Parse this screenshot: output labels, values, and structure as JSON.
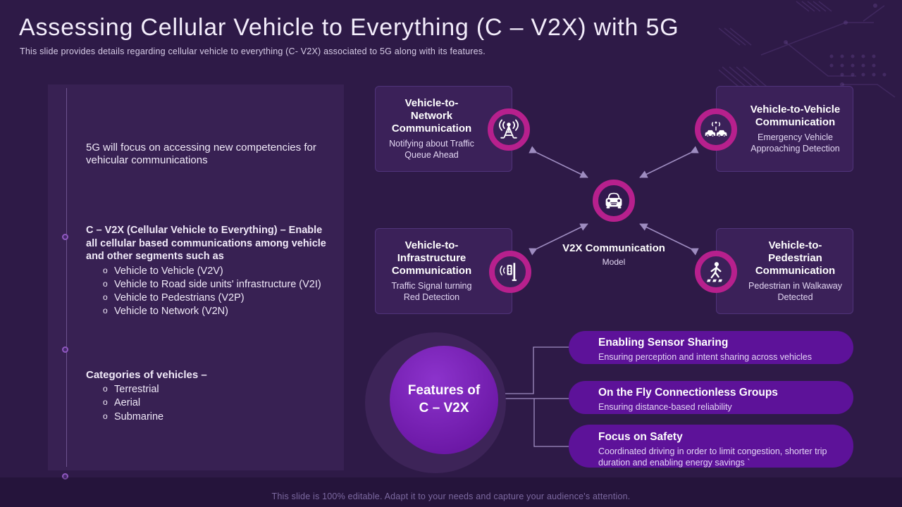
{
  "slide": {
    "title": "Assessing Cellular Vehicle to Everything (C – V2X) with 5G",
    "subtitle": "This slide provides details regarding cellular vehicle to everything (C- V2X) associated to 5G along with its features.",
    "footer": "This slide is 100% editable. Adapt it to your needs and capture your audience's attention."
  },
  "left_panel": {
    "sections": [
      {
        "text": "5G will  focus on accessing new competencies for vehicular communications"
      },
      {
        "heading": "C – V2X (Cellular Vehicle to Everything) – Enable all cellular based communications among vehicle and other segments such as",
        "bullet_marker": "o",
        "items": [
          "Vehicle to Vehicle (V2V)",
          "Vehicle to Road side units' infrastructure (V2I)",
          "Vehicle to Pedestrians (V2P)",
          "Vehicle to Network  (V2N)"
        ]
      },
      {
        "heading": "Categories of vehicles –",
        "bullet_marker": "o",
        "items": [
          "Terrestrial",
          "Aerial",
          "Submarine"
        ]
      }
    ]
  },
  "diagram": {
    "center": {
      "title": "V2X Communication",
      "subtitle": "Model",
      "icon": "car-icon"
    },
    "nodes": [
      {
        "title": "Vehicle-to-Network Communication",
        "subtitle": "Notifying about Traffic Queue Ahead",
        "icon": "antenna-icon"
      },
      {
        "title": "Vehicle-to-Vehicle Communication",
        "subtitle": "Emergency Vehicle Approaching Detection",
        "icon": "v2v-cars-icon"
      },
      {
        "title": "Vehicle-to-Infrastructure Communication",
        "subtitle": "Traffic Signal turning Red Detection",
        "icon": "traffic-signal-icon"
      },
      {
        "title": "Vehicle-to-Pedestrian Communication",
        "subtitle": "Pedestrian in Walkaway Detected",
        "icon": "pedestrian-icon"
      }
    ]
  },
  "features": {
    "circle_label": "Features of C – V2X",
    "items": [
      {
        "title": "Enabling Sensor Sharing",
        "desc": "Ensuring perception and intent sharing across vehicles"
      },
      {
        "title": "On the Fly Connectionless Groups",
        "desc": "Ensuring distance-based reliability"
      },
      {
        "title": "Focus on Safety",
        "desc": "Coordinated driving in order to  limit congestion, shorter trip duration and enabling energy savings `"
      }
    ]
  },
  "colors": {
    "background": "#2e1a47",
    "panel": "#382153",
    "node_box": "#3b2159",
    "ring_accent": "#b7208d",
    "feature_pill": "#5d1299",
    "feature_circle": "#7a22b4",
    "connector": "#9e8cc0",
    "footer_text": "#7c69a0"
  }
}
